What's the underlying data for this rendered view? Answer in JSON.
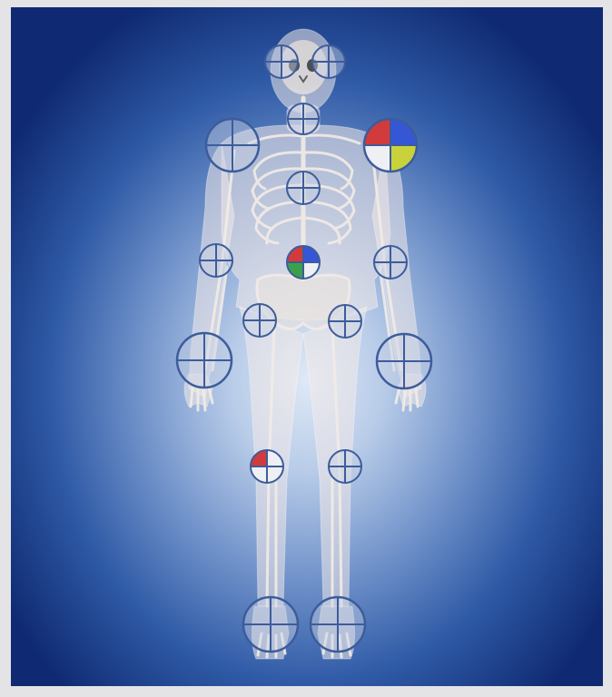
{
  "scene": {
    "subject": "anatomical-body-front-view",
    "background_color_center": "#dfe9f6",
    "background_color_edge": "#0f2a72"
  },
  "colors": {
    "marker_ring": "#3d5c9a",
    "marker_fill": "#c9d3e4",
    "quadrant_red": "#d23b3b",
    "quadrant_blue": "#3557d6",
    "quadrant_green": "#3aa14a",
    "quadrant_yellow": "#c9d23b",
    "quadrant_white": "#eef0f4"
  },
  "joint_markers": [
    {
      "id": "right-ear",
      "quadrants": []
    },
    {
      "id": "left-ear",
      "quadrants": []
    },
    {
      "id": "neck",
      "quadrants": []
    },
    {
      "id": "right-shoulder",
      "quadrants": []
    },
    {
      "id": "left-shoulder",
      "quadrants": [
        "red",
        "blue",
        "white",
        "yellow"
      ]
    },
    {
      "id": "chest",
      "quadrants": []
    },
    {
      "id": "right-elbow",
      "quadrants": []
    },
    {
      "id": "left-elbow",
      "quadrants": []
    },
    {
      "id": "lower-back",
      "quadrants": [
        "red",
        "blue",
        "green",
        "white"
      ]
    },
    {
      "id": "right-hip",
      "quadrants": []
    },
    {
      "id": "left-hip",
      "quadrants": []
    },
    {
      "id": "right-wrist",
      "quadrants": []
    },
    {
      "id": "left-wrist",
      "quadrants": []
    },
    {
      "id": "right-knee",
      "quadrants": [
        "red",
        "white",
        "white",
        "white"
      ]
    },
    {
      "id": "left-knee",
      "quadrants": []
    },
    {
      "id": "right-ankle",
      "quadrants": []
    },
    {
      "id": "left-ankle",
      "quadrants": []
    }
  ]
}
